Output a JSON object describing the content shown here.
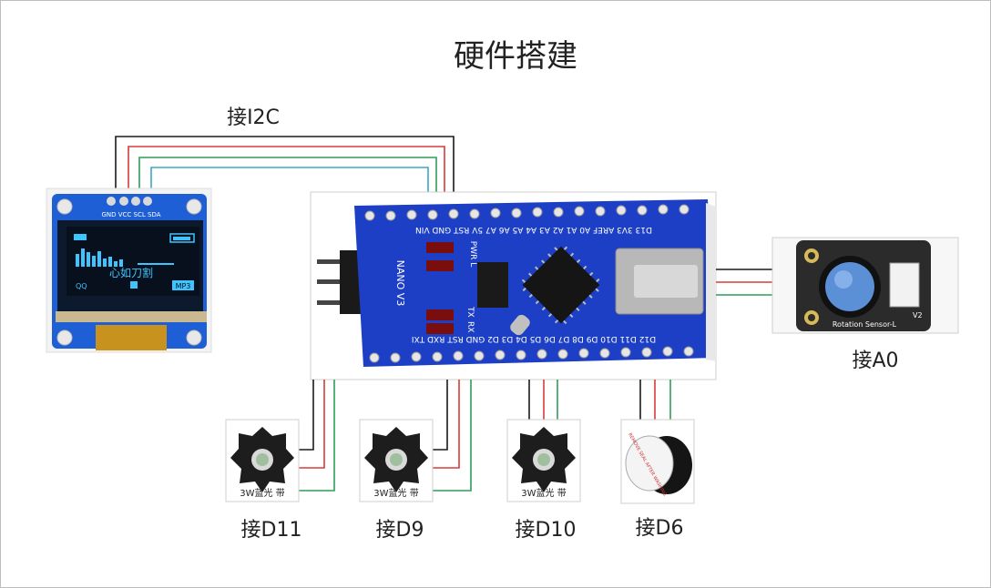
{
  "title": "硬件搭建",
  "labels": {
    "i2c": "接I2C",
    "a0": "接A0",
    "d11": "接D11",
    "d9": "接D9",
    "d10": "接D10",
    "d6": "接D6"
  },
  "oled": {
    "pins": "GND VCC SCL SDA",
    "screen_text": "心如刀割",
    "left_tag": "QQ",
    "right_tag": "MP3"
  },
  "nano": {
    "top_pins": "D13 3V3 AREF A0 A1 A2 A3 A4 A5 A6 A7 5V RST GND VIN",
    "bottom_pins": "D12 D11 D10 D9 D8 D7 D6 D5 D4 D3 D2 GND RST RXD TXI",
    "name": "NANO V3",
    "pwr": "PWR L",
    "rx": "RX",
    "tx": "TX"
  },
  "rotation_sensor": {
    "label": "Rotation Sensor-L",
    "version": "V2"
  },
  "led": {
    "caption": "3W蓝光 带"
  },
  "buzzer": {
    "sticker": "REMOVE SEAL AFTER WASHING"
  },
  "colors": {
    "wire_black": "#1a1a1a",
    "wire_red": "#d83a3a",
    "wire_green": "#2e9c5a",
    "wire_cyan": "#3aa8c8",
    "board_blue": "#1c3fc6",
    "oled_blue": "#2a6ee0",
    "knob_blue": "#5b8fd6"
  }
}
